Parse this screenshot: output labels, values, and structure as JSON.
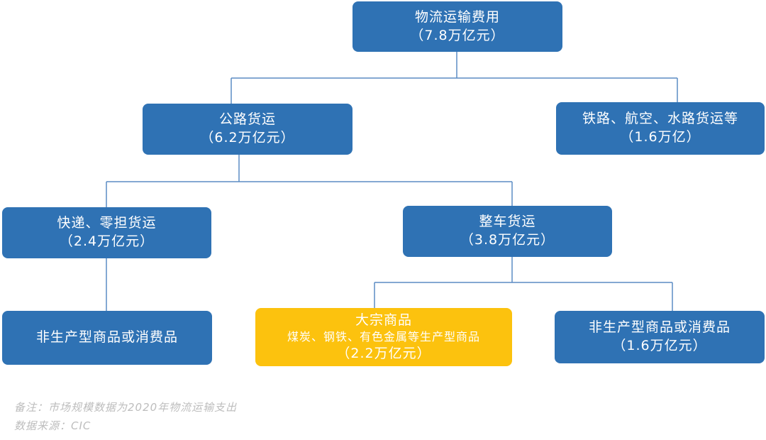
{
  "colors": {
    "node": "#2f72b4",
    "highlight": "#fcc20e",
    "line": "#5b8cc4",
    "note": "#bdbdbd"
  },
  "nodes": {
    "root": {
      "label": "物流运输费用",
      "value": "（7.8万亿元）"
    },
    "road": {
      "label": "公路货运",
      "value": "（6.2万亿元）"
    },
    "rail_air_water": {
      "label": "铁路、航空、水路货运等",
      "value": "（1.6万亿）"
    },
    "express_ltl": {
      "label": "快递、零担货运",
      "value": "（2.4万亿元）"
    },
    "ftl": {
      "label": "整车货运",
      "value": "（3.8万亿元）"
    },
    "express_goods": {
      "label": "非生产型商品或消费品"
    },
    "bulk": {
      "label": "大宗商品",
      "detail": "煤炭、钢铁、有色金属等生产型商品",
      "value": "（2.2万亿元）"
    },
    "ftl_consumer": {
      "label": "非生产型商品或消费品",
      "value": "（1.6万亿元）"
    }
  },
  "notes": {
    "remark": "备注：市场规模数据为2020年物流运输支出",
    "source": "数据来源：CIC"
  }
}
